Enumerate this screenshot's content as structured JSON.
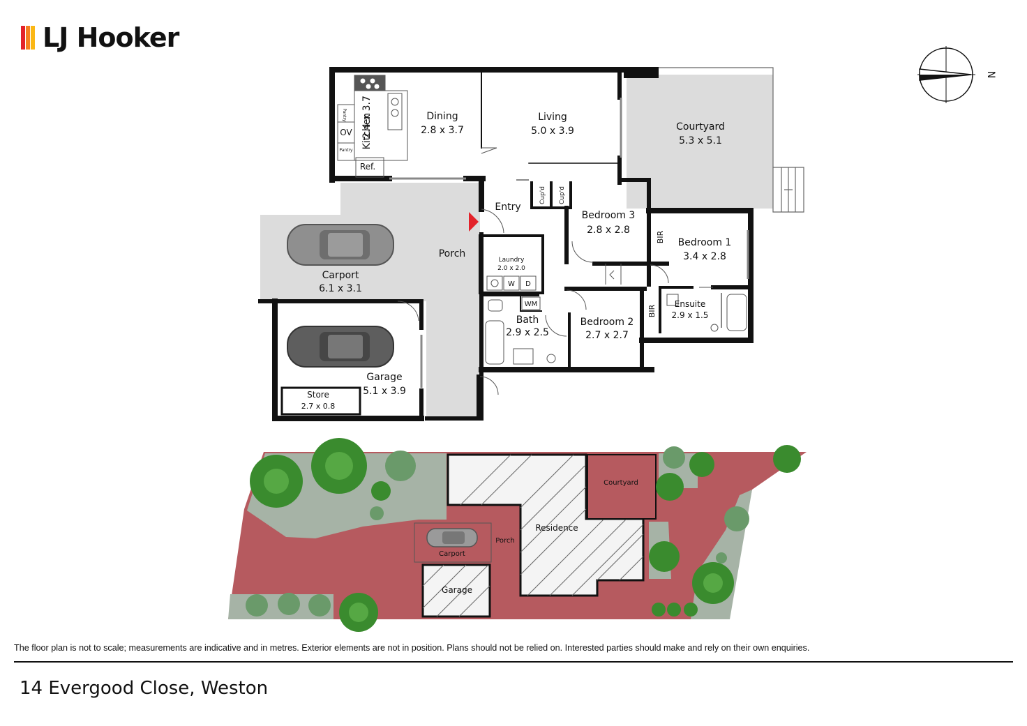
{
  "brand": {
    "name": "LJ Hooker",
    "bar_colors": [
      "#e3222a",
      "#f57f20",
      "#fbb714"
    ]
  },
  "compass": {
    "label": "N"
  },
  "rooms": {
    "kitchen": {
      "name": "Kitchen",
      "dims": "2.4 x 3.7"
    },
    "dining": {
      "name": "Dining",
      "dims": "2.8 x 3.7"
    },
    "living": {
      "name": "Living",
      "dims": "5.0 x 3.9"
    },
    "courtyard": {
      "name": "Courtyard",
      "dims": "5.3 x 5.1"
    },
    "entry": {
      "name": "Entry"
    },
    "bedroom3": {
      "name": "Bedroom 3",
      "dims": "2.8 x 2.8"
    },
    "bedroom1": {
      "name": "Bedroom 1",
      "dims": "3.4 x 2.8"
    },
    "bedroom2": {
      "name": "Bedroom 2",
      "dims": "2.7 x 2.7"
    },
    "carport": {
      "name": "Carport",
      "dims": "6.1 x 3.1"
    },
    "porch": {
      "name": "Porch"
    },
    "laundry": {
      "name": "Laundry",
      "dims": "2.0 x 2.0"
    },
    "bath": {
      "name": "Bath",
      "dims": "2.9 x 2.5"
    },
    "ensuite": {
      "name": "Ensuite",
      "dims": "2.9 x 1.5"
    },
    "garage": {
      "name": "Garage",
      "dims": "5.1 x 3.9"
    },
    "store": {
      "name": "Store",
      "dims": "2.7 x 0.8"
    }
  },
  "fixtures": {
    "pantry_top": "Pantry",
    "oven": "OV",
    "pantry_bottom": "Pantry",
    "fridge": "Ref.",
    "cupboard_a": "Cup'd",
    "cupboard_b": "Cup'd",
    "washer": "W",
    "dryer": "D",
    "wm": "WM",
    "bir_bed1": "BIR",
    "bir_bed2": "BIR"
  },
  "site_plan": {
    "courtyard": "Courtyard",
    "residence": "Residence",
    "porch": "Porch",
    "carport": "Carport",
    "garage": "Garage"
  },
  "colors": {
    "wall": "#111111",
    "paved": "#dcdcdc",
    "driveway": "#b65a5f",
    "lawn": "#a6b3a6",
    "tree": "#3a8b2e"
  },
  "disclaimer": "The floor plan is not to scale; measurements are indicative and in metres. Exterior elements are not in position. Plans should not be relied on. Interested parties should make and rely on their own enquiries.",
  "address": "14 Evergood Close, Weston"
}
